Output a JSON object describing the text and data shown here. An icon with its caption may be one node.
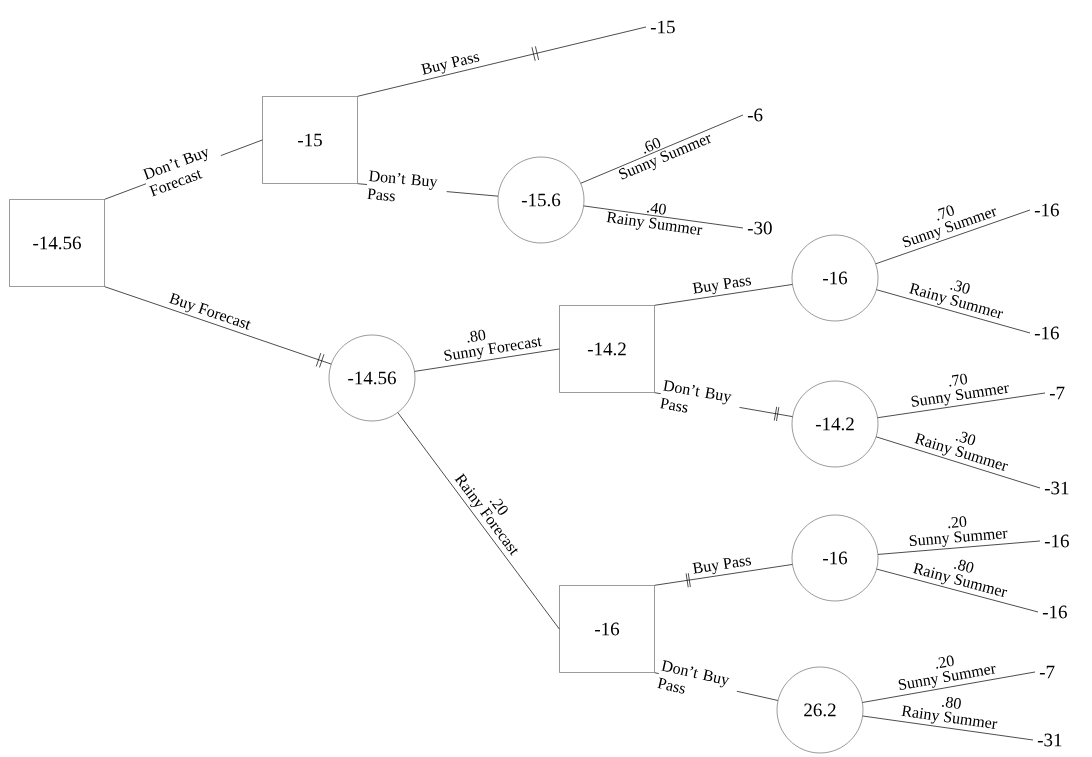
{
  "diagram": {
    "nodes": [
      {
        "text": [
          "-14.56"
        ]
      },
      {
        "text": [
          "-15"
        ]
      },
      {
        "text": [
          "-15.6"
        ]
      },
      {
        "text": [
          "-14.56"
        ]
      },
      {
        "text": [
          "-14.2"
        ]
      },
      {
        "text": [
          "-16"
        ]
      },
      {
        "text": [
          "-16"
        ]
      },
      {
        "text": [
          "-14.2"
        ]
      },
      {
        "text": [
          "-16"
        ]
      },
      {
        "text": [
          "26.2"
        ]
      },
      {
        "text": [
          "-15"
        ]
      },
      {
        "text": [
          "-6"
        ]
      },
      {
        "text": [
          "-30"
        ]
      },
      {
        "text": [
          "-16"
        ]
      },
      {
        "text": [
          "-16"
        ]
      },
      {
        "text": [
          "-7"
        ]
      },
      {
        "text": [
          "-31"
        ]
      },
      {
        "text": [
          "-16"
        ]
      },
      {
        "text": [
          "-16"
        ]
      },
      {
        "text": [
          "-7"
        ]
      },
      {
        "text": [
          "-31"
        ]
      }
    ],
    "edges": [
      {
        "from": 0,
        "to": 1,
        "arrow": "none",
        "label": "Don’t Buy Forecast"
      },
      {
        "from": 0,
        "to": 3,
        "arrow": "none",
        "label": "Buy Forecast"
      },
      {
        "from": 1,
        "to": 10,
        "arrow": "none",
        "label": "Buy Pass"
      },
      {
        "from": 1,
        "to": 2,
        "arrow": "none",
        "label": "Don’t Buy Pass"
      },
      {
        "from": 2,
        "to": 11,
        "arrow": "none",
        "label": "Sunny Summer"
      },
      {
        "from": 2,
        "to": 12,
        "arrow": "none",
        "label": "Rainy Summer"
      },
      {
        "from": 3,
        "to": 4,
        "arrow": "none",
        "label": "Sunny Forecast"
      },
      {
        "from": 3,
        "to": 5,
        "arrow": "none",
        "label": "Rainy Forecast"
      },
      {
        "from": 4,
        "to": 6,
        "arrow": "none",
        "label": "Buy Pass"
      },
      {
        "from": 4,
        "to": 7,
        "arrow": "none",
        "label": "Don’t Buy Pass"
      },
      {
        "from": 6,
        "to": 13,
        "arrow": "none",
        "label": "Sunny Summer"
      },
      {
        "from": 6,
        "to": 14,
        "arrow": "none",
        "label": "Rainy Summer"
      },
      {
        "from": 7,
        "to": 15,
        "arrow": "none",
        "label": "Sunny Summer"
      },
      {
        "from": 7,
        "to": 16,
        "arrow": "none",
        "label": "Rainy Summer"
      },
      {
        "from": 5,
        "to": 8,
        "arrow": "none",
        "label": "Buy Pass"
      },
      {
        "from": 5,
        "to": 9,
        "arrow": "none",
        "label": "Don’t Buy Pass"
      },
      {
        "from": 8,
        "to": 17,
        "arrow": "none",
        "label": "Sunny Summer"
      },
      {
        "from": 8,
        "to": 18,
        "arrow": "none",
        "label": "Rainy Summer"
      },
      {
        "from": 9,
        "to": 19,
        "arrow": "none",
        "label": "Sunny Summer"
      },
      {
        "from": 9,
        "to": 20,
        "arrow": "none",
        "label": "Rainy Summer"
      }
    ],
    "labels": [
      ".60",
      ".40",
      ".80",
      ".20",
      ".70",
      ".30",
      ".70",
      ".30",
      ".20",
      ".80",
      ".20",
      ".80"
    ]
  }
}
